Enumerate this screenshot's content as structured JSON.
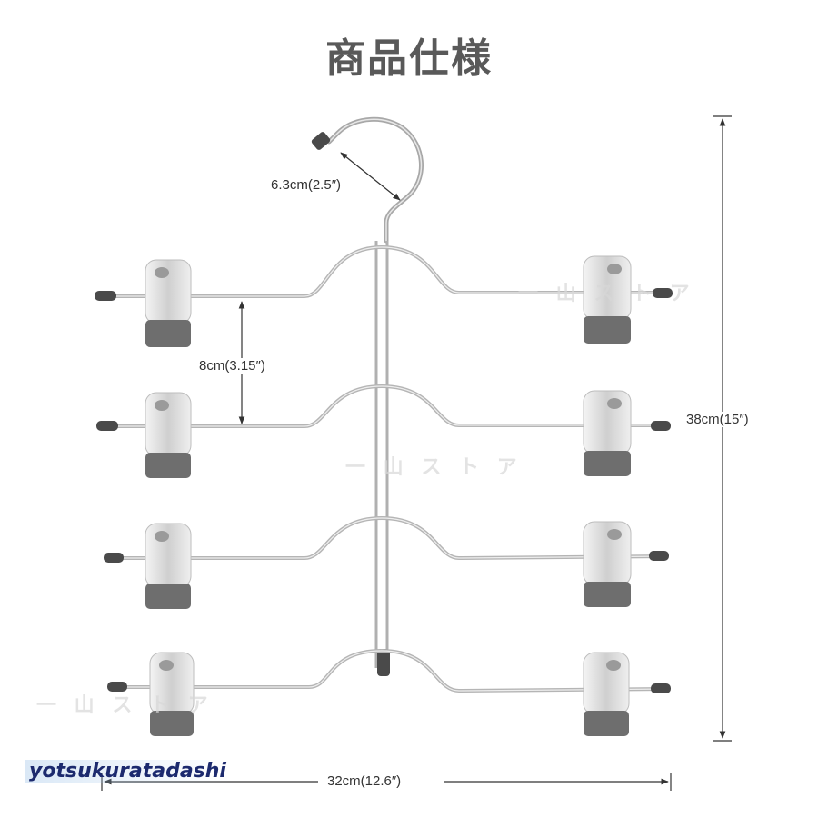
{
  "title": "商品仕様",
  "dimensions": {
    "hook": "6.3cm(2.5″)",
    "tier_gap": "8cm(3.15″)",
    "height": "38cm(15″)",
    "width": "32cm(12.6″)"
  },
  "watermark_text": "一 山 ス ト ア",
  "signature": "yotsukuratadashi",
  "colors": {
    "title": "#595959",
    "metal": "#b8b8b8",
    "clip_body": "#e4e4e4",
    "clip_pad": "#6e6e6e",
    "cap": "#4a4a4a",
    "dimension_line": "#333333",
    "signature": "#1c2a6e"
  },
  "hanger": {
    "tiers": 4,
    "clips_per_tier": 2
  }
}
